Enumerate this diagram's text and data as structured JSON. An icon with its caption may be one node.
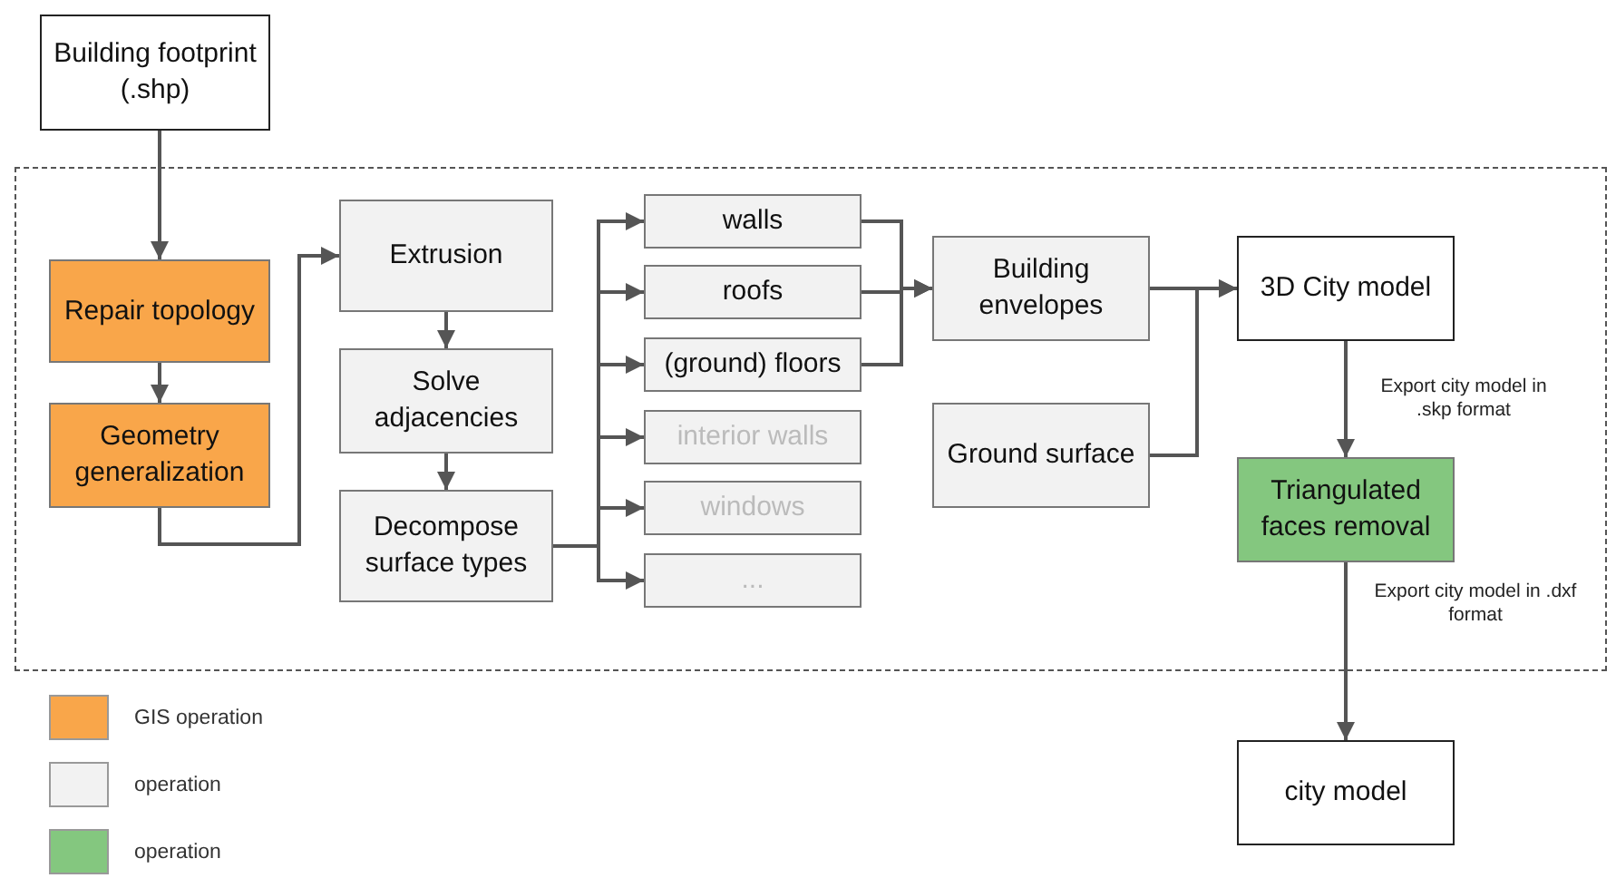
{
  "diagram": {
    "nodes": [
      {
        "text": [
          "Building footprint (.shp)"
        ]
      },
      {
        "text": [
          "Repair topology"
        ]
      },
      {
        "text": [
          "Geometry generalization"
        ]
      },
      {
        "text": [
          "Extrusion"
        ]
      },
      {
        "text": [
          "Solve adjacencies"
        ]
      },
      {
        "text": [
          "Decompose surface types"
        ]
      },
      {
        "text": [
          "walls"
        ]
      },
      {
        "text": [
          "roofs"
        ]
      },
      {
        "text": [
          "(ground) floors"
        ]
      },
      {
        "text": [
          "interior walls"
        ]
      },
      {
        "text": [
          "windows"
        ]
      },
      {
        "text": [
          "..."
        ]
      },
      {
        "text": [
          "Building envelopes"
        ]
      },
      {
        "text": [
          "Ground surface"
        ]
      },
      {
        "text": [
          "3D City model"
        ]
      },
      {
        "text": [
          "Triangulated faces removal"
        ]
      },
      {
        "text": [
          "city model"
        ]
      }
    ],
    "edges": [
      {
        "from": 0,
        "to": 1,
        "arrow": "to"
      },
      {
        "from": 1,
        "to": 2,
        "arrow": "to"
      },
      {
        "from": 2,
        "to": 3,
        "arrow": "to"
      },
      {
        "from": 3,
        "to": 4,
        "arrow": "to"
      },
      {
        "from": 4,
        "to": 5,
        "arrow": "to"
      },
      {
        "from": 5,
        "to": 6,
        "arrow": "to"
      },
      {
        "from": 5,
        "to": 7,
        "arrow": "to"
      },
      {
        "from": 5,
        "to": 8,
        "arrow": "to"
      },
      {
        "from": 5,
        "to": 9,
        "arrow": "to"
      },
      {
        "from": 5,
        "to": 10,
        "arrow": "to"
      },
      {
        "from": 5,
        "to": 11,
        "arrow": "to"
      },
      {
        "from": 6,
        "to": 12,
        "arrow": "to"
      },
      {
        "from": 7,
        "to": 12,
        "arrow": "to"
      },
      {
        "from": 8,
        "to": 12,
        "arrow": "to"
      },
      {
        "from": 12,
        "to": 14,
        "arrow": "to"
      },
      {
        "from": 13,
        "to": 14,
        "arrow": "to"
      },
      {
        "from": 14,
        "to": 15,
        "arrow": "to",
        "label": "Export city model in .skp format"
      },
      {
        "from": 15,
        "to": 16,
        "arrow": "to",
        "label": "Export city model in .dxf format"
      }
    ],
    "legend": [
      {
        "text": "GIS operation",
        "color": "#f9a64a"
      },
      {
        "text": "operation",
        "color": "#f2f2f2"
      },
      {
        "text": "operation",
        "color": "#84c77f"
      }
    ]
  }
}
